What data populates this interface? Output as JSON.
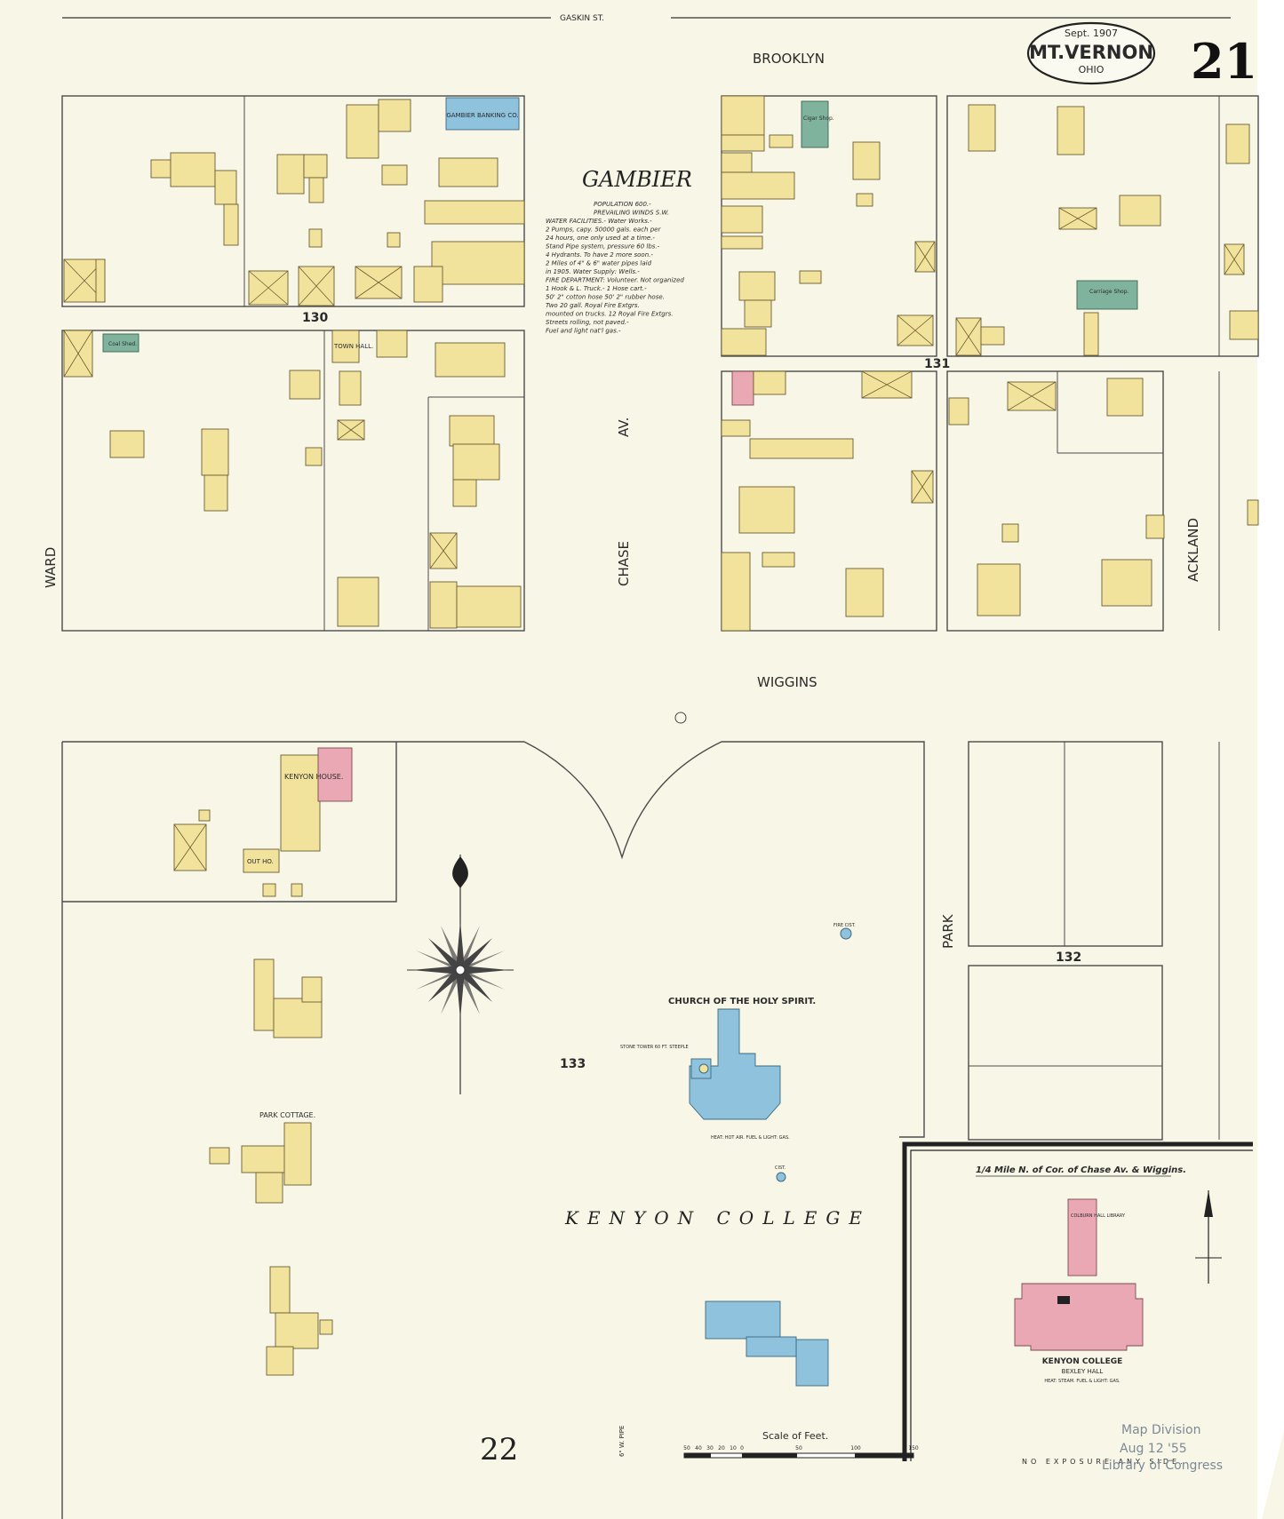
{
  "header": {
    "date": "Sept. 1907",
    "city": "MT.VERNON",
    "state": "OHIO",
    "sheet_number": "21",
    "top_street": "GASKIN ST."
  },
  "streets": {
    "brooklyn": "BROOKLYN",
    "wiggins": "WIGGINS",
    "ward": "WARD",
    "chase": "CHASE",
    "chase_av": "AV.",
    "ackland": "ACKLAND",
    "park": "PARK"
  },
  "town": {
    "name": "GAMBIER",
    "notes": [
      "POPULATION 600.-",
      "PREVAILING WINDS S.W.",
      "WATER FACILITIES.- Water Works.-",
      "2 Pumps, capy. 50000 gals. each per",
      "24 hours, one only used at a time.-",
      "Stand Pipe system, pressure 60 lbs.-",
      "4 Hydrants. To have 2 more soon.-",
      "2 Miles of 4\" & 6\" water pipes laid",
      "in 1905. Water Supply: Wells.-",
      "FIRE DEPARTMENT: Volunteer. Not organized",
      "1 Hook & L. Truck.- 1 Hose cart.-",
      "50' 2\" cotton hose 50' 2\" rubber hose.",
      "Two 20 gall. Royal Fire Extgrs.",
      "mounted on trucks. 12 Royal Fire Extgrs.",
      "Streets rolling, not paved.-",
      "Fuel and light nat'l gas.-"
    ]
  },
  "blocks": {
    "b130": "130",
    "b131": "131",
    "b132": "132",
    "b133": "133"
  },
  "places": {
    "kenyon_house": "KENYON HOUSE.",
    "gambier_bank": "GAMBIER BANKING CO.",
    "town_hall": "TOWN HALL.",
    "church": "CHURCH OF THE HOLY SPIRIT.",
    "church_note1": "STONE TOWER 60 FT. STEEPLE",
    "church_note2": "HEAT: HOT AIR. FUEL & LIGHT: GAS.",
    "park_cottage": "PARK COTTAGE.",
    "kenyon_college": "KENYON COLLEGE",
    "carriage_shop": "Carriage Shop.",
    "cigar_shop": "Cigar Shop.",
    "coal_shed": "Coal Shed.",
    "out_ho": "OUT HO.",
    "fire_cist": "FIRE CIST.",
    "cist": "CIST."
  },
  "inset": {
    "title": "1/4 Mile N. of Cor. of Chase Av. & Wiggins.",
    "library": "COLBURN HALL LIBRARY",
    "college": "KENYON COLLEGE",
    "hall": "BEXLEY HALL",
    "heat": "HEAT: STEAM. FUEL & LIGHT: GAS."
  },
  "footer": {
    "scale_label": "Scale of Feet.",
    "scale_ticks": [
      "50",
      "40",
      "30",
      "20",
      "10",
      "0",
      "50",
      "100",
      "150"
    ],
    "adjoining_sheet": "22",
    "pipe_label": "6\" W. PIPE",
    "exposure": "NO EXPOSURE ANY SIDE.",
    "stamp_line1": "Map Division",
    "stamp_line2": "Aug 12 '55",
    "stamp_line3": "Library of Congress"
  },
  "colors": {
    "paper": "#f8f6e6",
    "frame": "#f8f6e6",
    "frame_wood": "#f2e39c",
    "brick": "#e9a8b4",
    "stone": "#8fc3dd",
    "iron": "#7fb39e"
  }
}
